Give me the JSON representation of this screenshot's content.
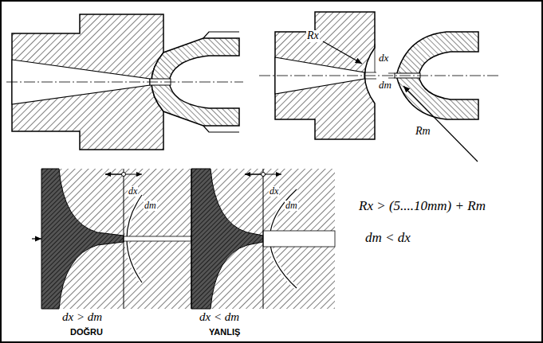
{
  "diagram": {
    "labels": [
      "Rx",
      "dx",
      "dm",
      "Rm",
      "dx",
      "dm",
      "dx",
      "dm",
      "Rx > (5....10mm) + Rm",
      "dm < dx",
      "dx > dm",
      "DOĞRU",
      "dx < dm",
      "YANLIŞ"
    ]
  }
}
